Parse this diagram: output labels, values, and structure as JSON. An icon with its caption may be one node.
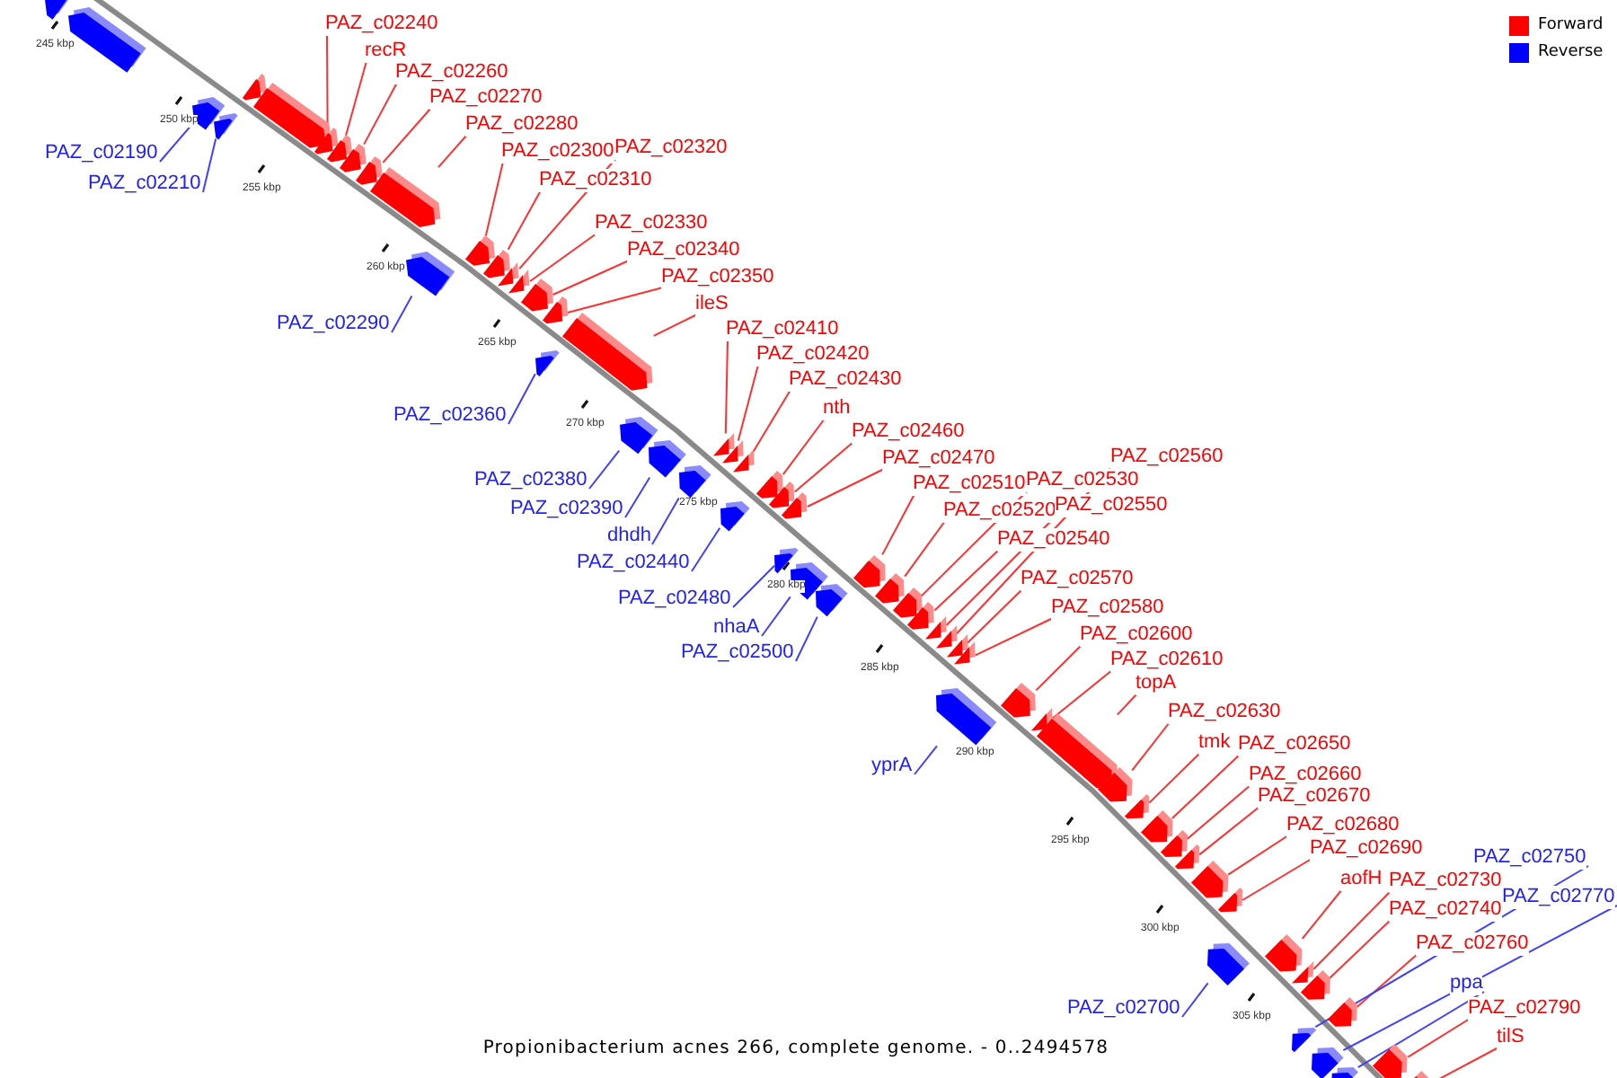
{
  "diagram": {
    "caption": "Propionibacterium acnes 266, complete genome. - 0..2494578",
    "nodes": [
      {
        "text": [
          "PAZ_c02240"
        ]
      },
      {
        "text": [
          "recR"
        ]
      },
      {
        "text": [
          "PAZ_c02260"
        ]
      },
      {
        "text": [
          "PAZ_c02270"
        ]
      },
      {
        "text": [
          "PAZ_c02280"
        ]
      },
      {
        "text": [
          "PAZ_c02300"
        ]
      },
      {
        "text": [
          "PAZ_c02320"
        ]
      },
      {
        "text": [
          "PAZ_c02310"
        ]
      },
      {
        "text": [
          "PAZ_c02330"
        ]
      },
      {
        "text": [
          "PAZ_c02340"
        ]
      },
      {
        "text": [
          "PAZ_c02350"
        ]
      },
      {
        "text": [
          "ileS"
        ]
      },
      {
        "text": [
          "PAZ_c02410"
        ]
      },
      {
        "text": [
          "PAZ_c02420"
        ]
      },
      {
        "text": [
          "PAZ_c02430"
        ]
      },
      {
        "text": [
          "nth"
        ]
      },
      {
        "text": [
          "PAZ_c02460"
        ]
      },
      {
        "text": [
          "PAZ_c02470"
        ]
      },
      {
        "text": [
          "PAZ_c02510"
        ]
      },
      {
        "text": [
          "PAZ_c02530"
        ]
      },
      {
        "text": [
          "PAZ_c02520"
        ]
      },
      {
        "text": [
          "PAZ_c02560"
        ]
      },
      {
        "text": [
          "PAZ_c02550"
        ]
      },
      {
        "text": [
          "PAZ_c02540"
        ]
      },
      {
        "text": [
          "PAZ_c02570"
        ]
      },
      {
        "text": [
          "PAZ_c02580"
        ]
      },
      {
        "text": [
          "PAZ_c02600"
        ]
      },
      {
        "text": [
          "PAZ_c02610"
        ]
      },
      {
        "text": [
          "topA"
        ]
      },
      {
        "text": [
          "PAZ_c02630"
        ]
      },
      {
        "text": [
          "tmk"
        ]
      },
      {
        "text": [
          "PAZ_c02650"
        ]
      },
      {
        "text": [
          "PAZ_c02660"
        ]
      },
      {
        "text": [
          "PAZ_c02670"
        ]
      },
      {
        "text": [
          "PAZ_c02680"
        ]
      },
      {
        "text": [
          "PAZ_c02690"
        ]
      },
      {
        "text": [
          "aofH"
        ]
      },
      {
        "text": [
          "PAZ_c02730"
        ]
      },
      {
        "text": [
          "PAZ_c02740"
        ]
      },
      {
        "text": [
          "PAZ_c02760"
        ]
      },
      {
        "text": [
          "PAZ_c02790"
        ]
      },
      {
        "text": [
          "tilS"
        ]
      },
      {
        "text": [
          "PAZ_c02190"
        ]
      },
      {
        "text": [
          "PAZ_c02210"
        ]
      },
      {
        "text": [
          "PAZ_c02290"
        ]
      },
      {
        "text": [
          "PAZ_c02360"
        ]
      },
      {
        "text": [
          "PAZ_c02380"
        ]
      },
      {
        "text": [
          "PAZ_c02390"
        ]
      },
      {
        "text": [
          "dhdh"
        ]
      },
      {
        "text": [
          "PAZ_c02440"
        ]
      },
      {
        "text": [
          "PAZ_c02480"
        ]
      },
      {
        "text": [
          "nhaA"
        ]
      },
      {
        "text": [
          "PAZ_c02500"
        ]
      },
      {
        "text": [
          "yprA"
        ]
      },
      {
        "text": [
          "PAZ_c02700"
        ]
      },
      {
        "text": [
          "PAZ_c02750"
        ]
      },
      {
        "text": [
          "PAZ_c02770"
        ]
      },
      {
        "text": [
          "ppa"
        ]
      },
      {
        "text": [],
        "shape": "box"
      },
      {
        "text": [],
        "shape": "box"
      },
      {
        "text": [],
        "shape": "box"
      },
      {
        "text": [],
        "shape": "box"
      },
      {
        "text": [],
        "shape": "box"
      },
      {
        "text": [],
        "shape": "box"
      },
      {
        "text": [],
        "shape": "box"
      },
      {
        "text": [],
        "shape": "box"
      },
      {
        "text": [],
        "shape": "box"
      },
      {
        "text": [],
        "shape": "box"
      },
      {
        "text": [],
        "shape": "box"
      },
      {
        "text": [],
        "shape": "box"
      },
      {
        "text": [],
        "shape": "box"
      },
      {
        "text": [],
        "shape": "box"
      },
      {
        "text": [],
        "shape": "box"
      },
      {
        "text": [],
        "shape": "box"
      },
      {
        "text": [],
        "shape": "box"
      },
      {
        "text": [],
        "shape": "box"
      },
      {
        "text": [],
        "shape": "box"
      },
      {
        "text": [],
        "shape": "box"
      },
      {
        "text": [],
        "shape": "box"
      },
      {
        "text": [],
        "shape": "box"
      },
      {
        "text": [],
        "shape": "box"
      },
      {
        "text": [],
        "shape": "box"
      },
      {
        "text": [],
        "shape": "box"
      },
      {
        "text": [],
        "shape": "box"
      },
      {
        "text": [],
        "shape": "box"
      },
      {
        "text": [],
        "shape": "box"
      },
      {
        "text": [],
        "shape": "box"
      },
      {
        "text": [],
        "shape": "box"
      },
      {
        "text": [],
        "shape": "box"
      },
      {
        "text": [],
        "shape": "box"
      },
      {
        "text": [],
        "shape": "box"
      },
      {
        "text": [],
        "shape": "box"
      },
      {
        "text": [],
        "shape": "box"
      },
      {
        "text": [],
        "shape": "box"
      },
      {
        "text": [],
        "shape": "box"
      },
      {
        "text": [],
        "shape": "box"
      },
      {
        "text": [],
        "shape": "box"
      },
      {
        "text": [],
        "shape": "box"
      },
      {
        "text": [],
        "shape": "box"
      },
      {
        "text": [],
        "shape": "box"
      },
      {
        "text": [],
        "shape": "box"
      },
      {
        "text": [],
        "shape": "box"
      },
      {
        "text": [],
        "shape": "box"
      },
      {
        "text": [],
        "shape": "box"
      },
      {
        "text": [],
        "shape": "box"
      },
      {
        "text": [],
        "shape": "box"
      },
      {
        "text": [],
        "shape": "box"
      },
      {
        "text": [],
        "shape": "box"
      },
      {
        "text": [],
        "shape": "box"
      },
      {
        "text": [],
        "shape": "box"
      },
      {
        "text": [],
        "shape": "box"
      },
      {
        "text": [],
        "shape": "box"
      },
      {
        "text": [],
        "shape": "box"
      },
      {
        "text": [],
        "shape": "box"
      },
      {
        "text": [],
        "shape": "box"
      },
      {
        "text": [],
        "shape": "box"
      },
      {
        "text": [],
        "shape": "box"
      },
      {
        "text": [],
        "shape": "box"
      },
      {
        "text": [],
        "shape": "box"
      },
      {
        "text": [],
        "shape": "box"
      }
    ],
    "edges": [
      {
        "from": 0,
        "to": 64,
        "arrow": "none"
      },
      {
        "from": 1,
        "to": 65,
        "arrow": "none"
      },
      {
        "from": 2,
        "to": 66,
        "arrow": "none"
      },
      {
        "from": 3,
        "to": 67,
        "arrow": "none"
      },
      {
        "from": 4,
        "to": 68,
        "arrow": "none"
      },
      {
        "from": 5,
        "to": 69,
        "arrow": "none"
      },
      {
        "from": 6,
        "to": 72,
        "arrow": "none"
      },
      {
        "from": 7,
        "to": 71,
        "arrow": "none"
      },
      {
        "from": 8,
        "to": 73,
        "arrow": "none"
      },
      {
        "from": 9,
        "to": 74,
        "arrow": "none"
      },
      {
        "from": 10,
        "to": 75,
        "arrow": "none"
      },
      {
        "from": 11,
        "to": 76,
        "arrow": "none"
      },
      {
        "from": 12,
        "to": 79,
        "arrow": "none"
      },
      {
        "from": 13,
        "to": 81,
        "arrow": "none"
      },
      {
        "from": 14,
        "to": 82,
        "arrow": "none"
      },
      {
        "from": 15,
        "to": 84,
        "arrow": "none"
      },
      {
        "from": 16,
        "to": 85,
        "arrow": "none"
      },
      {
        "from": 17,
        "to": 87,
        "arrow": "none"
      },
      {
        "from": 18,
        "to": 90,
        "arrow": "none"
      },
      {
        "from": 19,
        "to": 93,
        "arrow": "none"
      },
      {
        "from": 20,
        "to": 92,
        "arrow": "none"
      },
      {
        "from": 21,
        "to": 96,
        "arrow": "none"
      },
      {
        "from": 22,
        "to": 95,
        "arrow": "none"
      },
      {
        "from": 23,
        "to": 94,
        "arrow": "none"
      },
      {
        "from": 24,
        "to": 97,
        "arrow": "none"
      },
      {
        "from": 25,
        "to": 98,
        "arrow": "none"
      },
      {
        "from": 26,
        "to": 99,
        "arrow": "none"
      },
      {
        "from": 27,
        "to": 101,
        "arrow": "none"
      },
      {
        "from": 28,
        "to": 102,
        "arrow": "none"
      },
      {
        "from": 29,
        "to": 103,
        "arrow": "none"
      },
      {
        "from": 30,
        "to": 104,
        "arrow": "none"
      },
      {
        "from": 31,
        "to": 105,
        "arrow": "none"
      },
      {
        "from": 32,
        "to": 106,
        "arrow": "none"
      },
      {
        "from": 33,
        "to": 107,
        "arrow": "none"
      },
      {
        "from": 34,
        "to": 108,
        "arrow": "none"
      },
      {
        "from": 35,
        "to": 109,
        "arrow": "none"
      },
      {
        "from": 36,
        "to": 111,
        "arrow": "none"
      },
      {
        "from": 37,
        "to": 112,
        "arrow": "none"
      },
      {
        "from": 38,
        "to": 113,
        "arrow": "none"
      },
      {
        "from": 39,
        "to": 114,
        "arrow": "none"
      },
      {
        "from": 40,
        "to": 118,
        "arrow": "none"
      },
      {
        "from": 41,
        "to": 119,
        "arrow": "none"
      },
      {
        "from": 42,
        "to": 61,
        "arrow": "none",
        "color": "#4040ff"
      },
      {
        "from": 43,
        "to": 62,
        "arrow": "none",
        "color": "#4040ff"
      },
      {
        "from": 44,
        "to": 70,
        "arrow": "none",
        "color": "#4040ff"
      },
      {
        "from": 45,
        "to": 77,
        "arrow": "none",
        "color": "#4040ff"
      },
      {
        "from": 46,
        "to": 78,
        "arrow": "none",
        "color": "#4040ff"
      },
      {
        "from": 47,
        "to": 80,
        "arrow": "none",
        "color": "#4040ff"
      },
      {
        "from": 48,
        "to": 83,
        "arrow": "none",
        "color": "#4040ff"
      },
      {
        "from": 49,
        "to": 86,
        "arrow": "none",
        "color": "#4040ff"
      },
      {
        "from": 50,
        "to": 88,
        "arrow": "none",
        "color": "#4040ff"
      },
      {
        "from": 51,
        "to": 89,
        "arrow": "none",
        "color": "#4040ff"
      },
      {
        "from": 52,
        "to": 91,
        "arrow": "none",
        "color": "#4040ff"
      },
      {
        "from": 53,
        "to": 100,
        "arrow": "none",
        "color": "#4040ff"
      },
      {
        "from": 54,
        "to": 110,
        "arrow": "none",
        "color": "#4040ff"
      },
      {
        "from": 55,
        "to": 115,
        "arrow": "none",
        "color": "#4040ff"
      },
      {
        "from": 56,
        "to": 116,
        "arrow": "none",
        "color": "#4040ff"
      },
      {
        "from": 57,
        "to": 117,
        "arrow": "none",
        "color": "#4040ff"
      }
    ],
    "labels": [
      "245 kbp",
      "250 kbp",
      "255 kbp",
      "260 kbp",
      "265 kbp",
      "270 kbp",
      "275 kbp",
      "280 kbp",
      "285 kbp",
      "290 kbp",
      "295 kbp",
      "300 kbp",
      "305 kbp"
    ],
    "legend": [
      {
        "text": "Forward",
        "color": "#ff0000"
      },
      {
        "text": "Reverse",
        "color": "#0000ff"
      }
    ]
  }
}
